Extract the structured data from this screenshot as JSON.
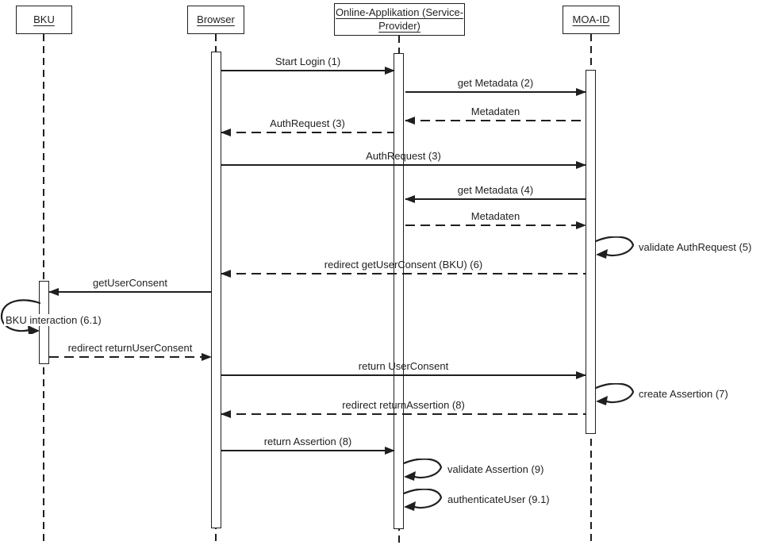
{
  "diagram": {
    "type": "uml-sequence",
    "background_color": "#ffffff",
    "line_color": "#1f1f1f",
    "actors": [
      {
        "id": "bku",
        "label": "BKU"
      },
      {
        "id": "browser",
        "label": "Browser"
      },
      {
        "id": "online-app",
        "label": "Online-Applikation (Service-Provider)",
        "label_line1": "Online-Applikation (Service-",
        "label_line2": "Provider)"
      },
      {
        "id": "moa-id",
        "label": "MOA-ID"
      }
    ],
    "messages": [
      {
        "label": "Start Login (1)",
        "from": "browser",
        "to": "online-app",
        "line": "solid"
      },
      {
        "label": "get Metadata (2)",
        "from": "online-app",
        "to": "moa-id",
        "line": "solid"
      },
      {
        "label": "Metadaten",
        "from": "moa-id",
        "to": "online-app",
        "line": "dashed"
      },
      {
        "label": "AuthRequest (3)",
        "from": "online-app",
        "to": "browser",
        "line": "dashed"
      },
      {
        "label": "AuthRequest (3)",
        "from": "browser",
        "to": "moa-id",
        "line": "solid"
      },
      {
        "label": "get Metadata (4)",
        "from": "moa-id",
        "to": "online-app",
        "line": "solid"
      },
      {
        "label": "Metadaten",
        "from": "online-app",
        "to": "moa-id",
        "line": "dashed"
      },
      {
        "label": "validate AuthRequest (5)",
        "from": "moa-id",
        "to": "moa-id",
        "line": "self"
      },
      {
        "label": "redirect getUserConsent (BKU) (6)",
        "from": "moa-id",
        "to": "browser",
        "line": "dashed"
      },
      {
        "label": "getUserConsent",
        "from": "browser",
        "to": "bku",
        "line": "solid"
      },
      {
        "label": "BKU interaction (6.1)",
        "from": "bku",
        "to": "bku",
        "line": "self"
      },
      {
        "label": "redirect returnUserConsent",
        "from": "bku",
        "to": "browser",
        "line": "dashed"
      },
      {
        "label": "return UserConsent",
        "from": "browser",
        "to": "moa-id",
        "line": "solid"
      },
      {
        "label": "create Assertion (7)",
        "from": "moa-id",
        "to": "moa-id",
        "line": "self"
      },
      {
        "label": "redirect returnAssertion (8)",
        "from": "moa-id",
        "to": "browser",
        "line": "dashed"
      },
      {
        "label": "return Assertion (8)",
        "from": "browser",
        "to": "online-app",
        "line": "solid"
      },
      {
        "label": "validate Assertion (9)",
        "from": "online-app",
        "to": "online-app",
        "line": "self"
      },
      {
        "label": "authenticateUser (9.1)",
        "from": "online-app",
        "to": "online-app",
        "line": "self"
      }
    ]
  }
}
